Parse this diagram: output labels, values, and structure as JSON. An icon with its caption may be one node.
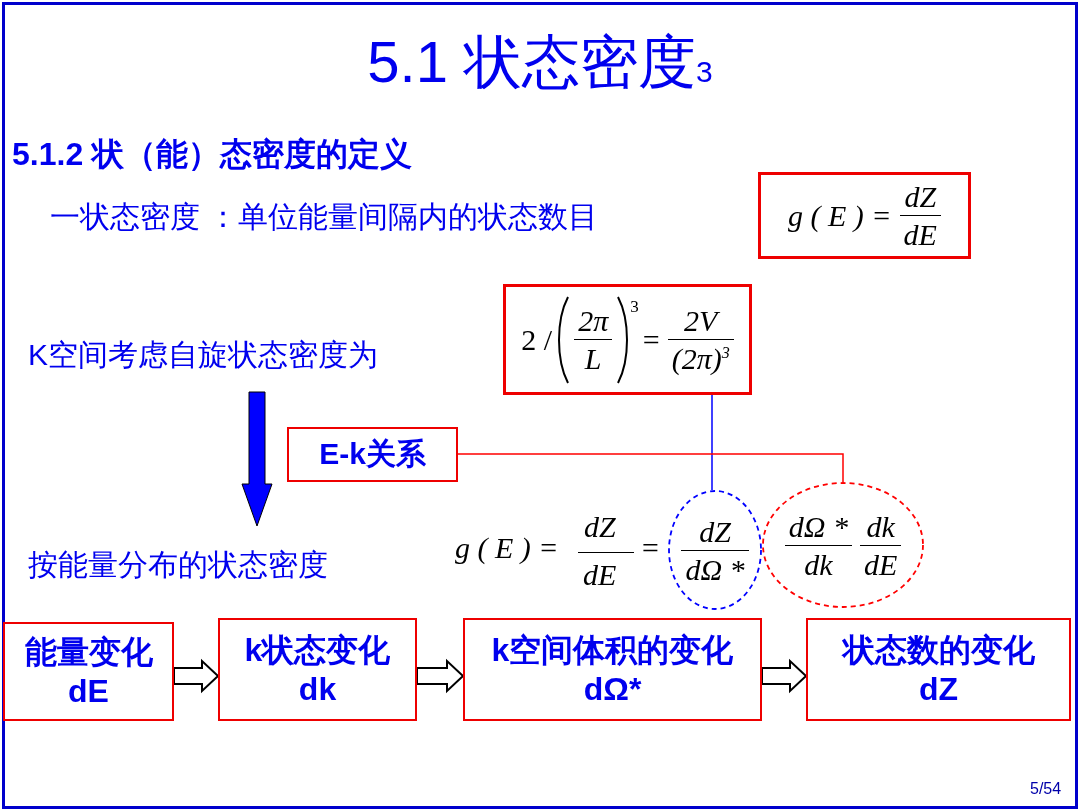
{
  "diagram": {
    "title": "5.1 状态密度$_{3}$",
    "nodes": [
      {
        "text": [
          "g ( E ) =",
          "dZ",
          "dE"
        ]
      },
      {
        "text": [
          "K空间考虑自旋状态密度为"
        ]
      },
      {
        "text": [
          "2 /",
          "2π",
          "L",
          "3",
          "=",
          "2V",
          "(2π)$^{3}$"
        ]
      },
      {
        "text": [
          "E-k关系"
        ]
      },
      {
        "text": [
          "按能量分布的状态密度"
        ]
      },
      {
        "text": [
          "dZ",
          "dΩ *"
        ]
      },
      {
        "text": [
          "dΩ *",
          "dk",
          "dk",
          "dE"
        ]
      },
      {
        "text": [
          "能量变化",
          "dE"
        ]
      },
      {
        "text": [
          "k状态变化",
          "dk"
        ]
      },
      {
        "text": [
          "k空间体积的变化",
          "dΩ*"
        ]
      },
      {
        "text": [
          "状态数的变化",
          "dZ"
        ]
      }
    ],
    "edges": [
      {
        "from": 1,
        "to": 4,
        "arrow": "to",
        "style": "thick",
        "color": "#0000ff"
      },
      {
        "from": 2,
        "to": 5,
        "arrow": "none",
        "color": "#0000ff"
      },
      {
        "from": 3,
        "to": 6,
        "arrow": "none",
        "color": "#ff0000"
      },
      {
        "from": 7,
        "to": 8,
        "arrow": "to"
      },
      {
        "from": 8,
        "to": 9,
        "arrow": "to"
      },
      {
        "from": 9,
        "to": 10,
        "arrow": "to"
      }
    ],
    "labels": [
      "5.1.2 状（能）态密度的定义",
      "一状态密度 ：单位能量间隔内的状态数目",
      "g ( E ) =",
      "dZ",
      "dE",
      "=",
      "5/54"
    ]
  }
}
